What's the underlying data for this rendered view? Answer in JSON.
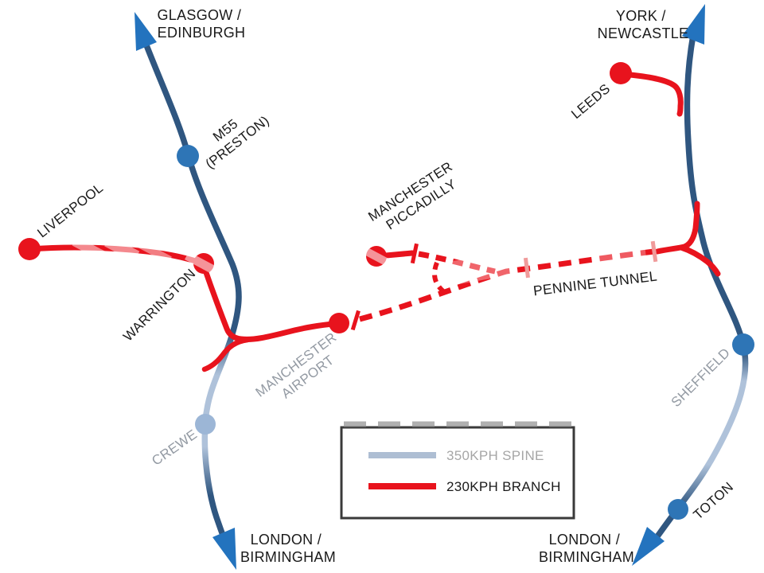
{
  "colors": {
    "spine_pale": "#AFC2DA",
    "spine_dark": "#2F5680",
    "arrow_blue": "#2373BE",
    "station_blue": "#2E75B6",
    "station_pale": "#9CB6D6",
    "branch_red": "#E8131D",
    "tick_pink": "#F09B9B",
    "label_black": "#1A1A1A",
    "label_grey": "#939AA3",
    "legend_border": "#3A3A3A",
    "legend_grey_text": "#A6A6A6",
    "legend_spine_swatch": "#AEBED3"
  },
  "endpoints": [
    {
      "id": "glasgow-edinburgh",
      "lines": [
        "GLASGOW /",
        "EDINBURGH"
      ]
    },
    {
      "id": "york-newcastle",
      "lines": [
        "YORK /",
        "NEWCASTLE"
      ]
    },
    {
      "id": "london-birmingham-west",
      "lines": [
        "LONDON /",
        "BIRMINGHAM"
      ]
    },
    {
      "id": "london-birmingham-east",
      "lines": [
        "LONDON /",
        "BIRMINGHAM"
      ]
    }
  ],
  "stations": [
    {
      "id": "m55-preston",
      "lines": [
        "M55",
        "(PRESTON)"
      ],
      "line_type": "spine"
    },
    {
      "id": "liverpool",
      "lines": [
        "LIVERPOOL"
      ],
      "line_type": "branch"
    },
    {
      "id": "warrington",
      "lines": [
        "WARRINGTON"
      ],
      "line_type": "branch"
    },
    {
      "id": "manchester-piccadilly",
      "lines": [
        "MANCHESTER",
        "PICCADILLY"
      ],
      "line_type": "branch"
    },
    {
      "id": "manchester-airport",
      "lines": [
        "MANCHESTER",
        "AIRPORT"
      ],
      "line_type": "branch"
    },
    {
      "id": "leeds",
      "lines": [
        "LEEDS"
      ],
      "line_type": "branch"
    },
    {
      "id": "crewe",
      "lines": [
        "CREWE"
      ],
      "line_type": "spine"
    },
    {
      "id": "sheffield",
      "lines": [
        "SHEFFIELD"
      ],
      "line_type": "spine"
    },
    {
      "id": "toton",
      "lines": [
        "TOTON"
      ],
      "line_type": "spine"
    }
  ],
  "tunnel": {
    "label": "PENNINE TUNNEL"
  },
  "legend": {
    "items": [
      {
        "label": "350KPH SPINE"
      },
      {
        "label": "230KPH BRANCH"
      }
    ]
  }
}
